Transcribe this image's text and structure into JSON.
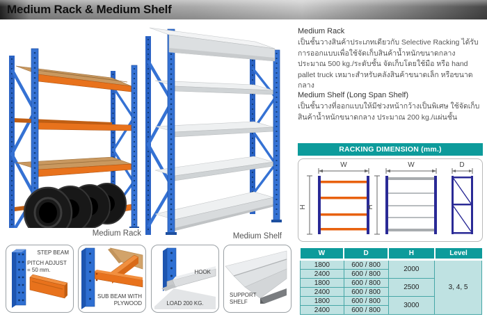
{
  "header": {
    "title": "Medium Rack & Medium Shelf"
  },
  "figures": {
    "rack_caption": "Medium Rack",
    "shelf_caption": "Medium Shelf"
  },
  "descriptions": {
    "rack_title": "Medium Rack",
    "rack_body": "เป็นชั้นวางสินค้าประเภทเดียวกับ Selective Racking ได้รับการออกแบบเพื่อใช้จัดเก็บสินค้าน้ำหนักขนาดกลาง ประมาณ 500 kg./ระดับชั้น จัดเก็บโดยใช้มือ หรือ hand pallet truck เหมาะสำหรับคลังสินค้าขนาดเล็ก หรือขนาดกลาง",
    "shelf_title": "Medium Shelf (Long Span Shelf)",
    "shelf_body": "เป็นชั้นวางที่ออกแบบให้มีช่วงหน้ากว้างเป็นพิเศษ ใช้จัดเก็บสินค้าน้ำหนักขนาดกลาง ประมาณ 200 kg./แผ่นชั้น"
  },
  "dimension_panel": {
    "title": "RACKING DIMENSION (mm.)",
    "w_label": "W",
    "h_label": "H",
    "d_label": "D"
  },
  "spec_table": {
    "columns": {
      "w": "W",
      "d": "D",
      "h": "H",
      "level": "Level"
    },
    "rows": [
      {
        "w": "1800",
        "d": "600 / 800"
      },
      {
        "w": "2400",
        "d": "600 / 800"
      },
      {
        "w": "1800",
        "d": "600 / 800"
      },
      {
        "w": "2400",
        "d": "600 / 800"
      },
      {
        "w": "1800",
        "d": "600 / 800"
      },
      {
        "w": "2400",
        "d": "600 / 800"
      }
    ],
    "h_groups": [
      "2000",
      "2500",
      "3000"
    ],
    "level": "3, 4, 5"
  },
  "details": {
    "step_beam": {
      "label": "STEP BEAM",
      "note": "PITCH ADJUST = 50 mm."
    },
    "sub_beam": {
      "label": "SUB BEAM WITH PLYWOOD"
    },
    "hook": {
      "label": "HOOK",
      "note": "LOAD 200 KG."
    },
    "support_shelf": {
      "label": "SUPPORT SHELF"
    }
  },
  "colors": {
    "teal": "#0d9b9b",
    "table_row_bg": "#bfe2e2",
    "rack_blue": "#3572d4",
    "beam_orange": "#e8721c",
    "diagram_navy": "#2a2a96",
    "wood": "#c9985f"
  }
}
